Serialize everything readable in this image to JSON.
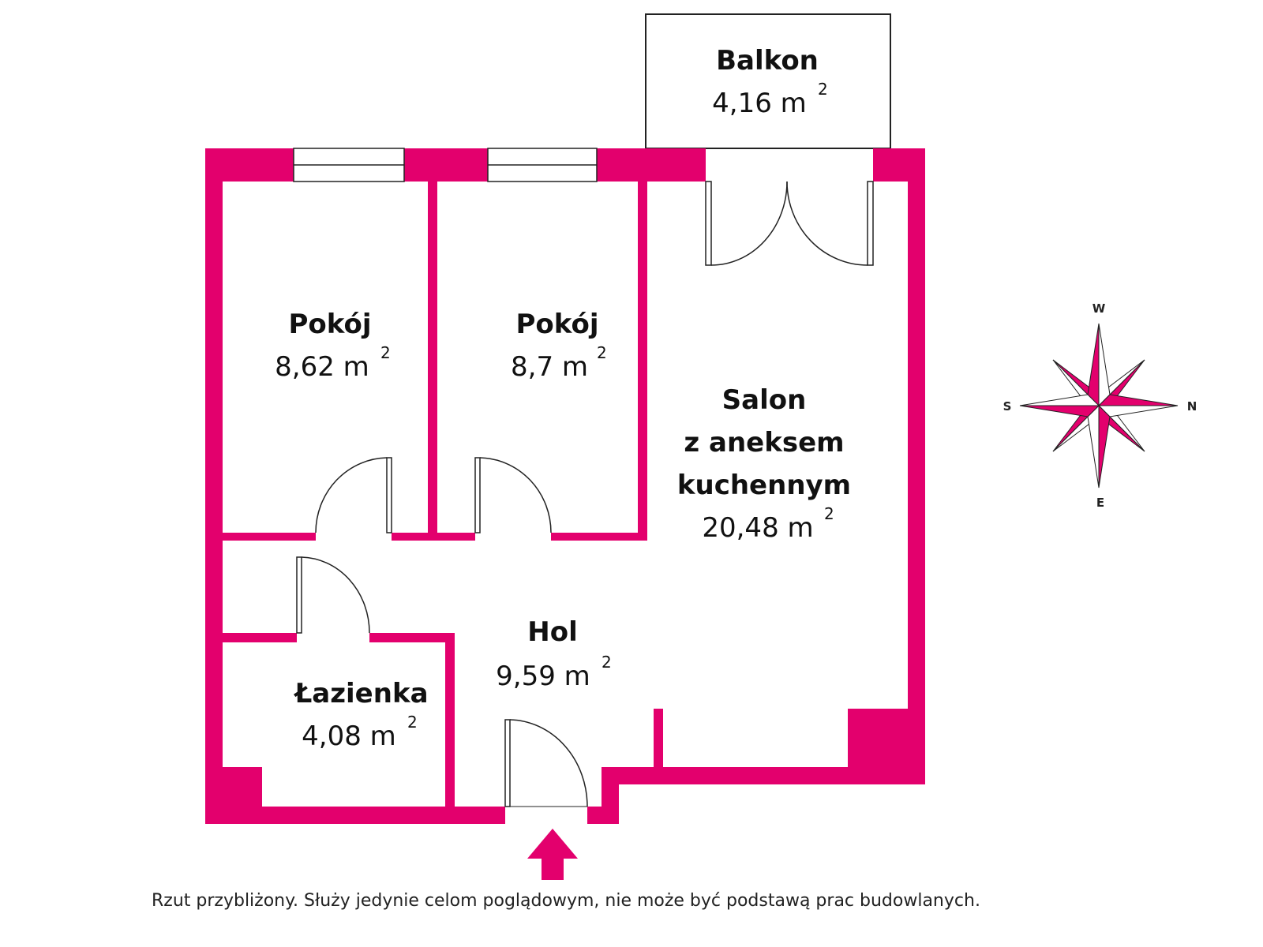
{
  "colors": {
    "wall": "#e3006d",
    "line": "#222222",
    "text": "#111111",
    "background": "#ffffff"
  },
  "rooms": {
    "balkon": {
      "name": "Balkon",
      "area": "4,16 m",
      "unit_power": "2"
    },
    "pokoj1": {
      "name": "Pokój",
      "area": "8,62 m",
      "unit_power": "2"
    },
    "pokoj2": {
      "name": "Pokój",
      "area": "8,7 m",
      "unit_power": "2"
    },
    "salon": {
      "name_line1": "Salon",
      "name_line2": "z aneksem",
      "name_line3": "kuchennym",
      "area": "20,48 m",
      "unit_power": "2"
    },
    "hol": {
      "name": "Hol",
      "area": "9,59 m",
      "unit_power": "2"
    },
    "lazienka": {
      "name": "Łazienka",
      "area": "4,08 m",
      "unit_power": "2"
    }
  },
  "compass": {
    "top": "W",
    "bottom": "E",
    "left": "S",
    "right": "N",
    "icon": "compass-rose-icon"
  },
  "entrance": {
    "icon": "entrance-arrow-icon"
  },
  "disclaimer": "Rzut przybliżony. Służy jedynie celom poglądowym, nie może być podstawą prac budowlanych."
}
